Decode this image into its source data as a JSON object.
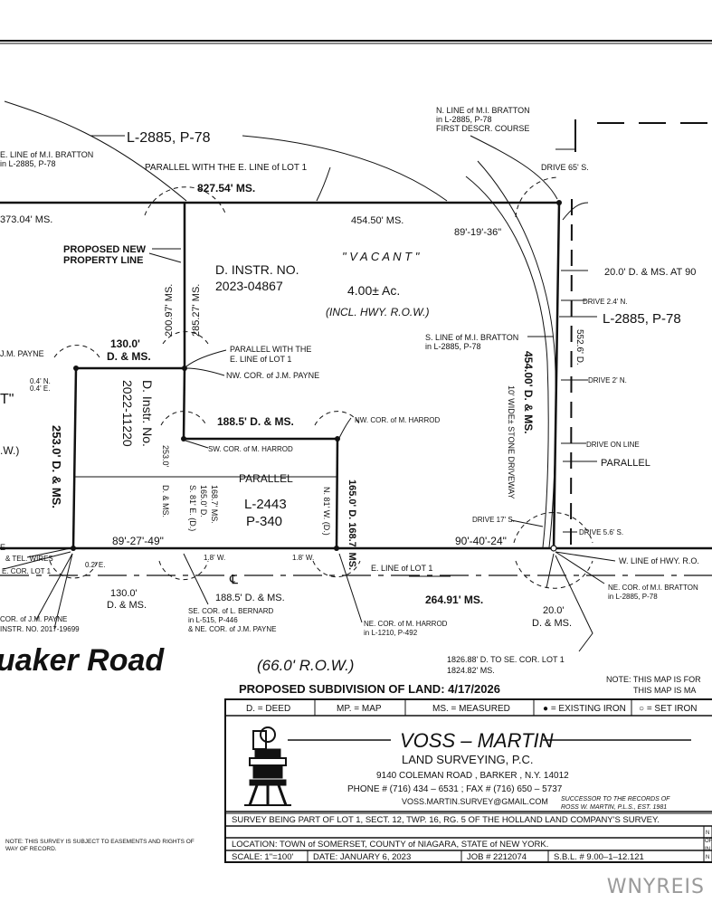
{
  "plat": {
    "top_road_ref": "L-2885, P-78",
    "e_line_bratton_1": "E. LINE of M.I. BRATTON",
    "e_line_bratton_2": "in L-2885, P-78",
    "n_line_bratton_1": "N. LINE of M.I. BRATTON",
    "n_line_bratton_2": "in L-2885, P-78",
    "n_line_bratton_3": "FIRST DESCR. COURSE",
    "drive_65": "DRIVE 65' S.",
    "parallel_e_line_lot1": "PARALLEL WITH THE E. LINE of LOT 1",
    "dist_82754": "827.54' MS.",
    "dist_37304": "373.04' MS.",
    "dist_4545": "454.50' MS.",
    "angle_8919": "89'-19'-36\"",
    "proposed_line_1": "PROPOSED NEW",
    "proposed_line_2": "PROPERTY LINE",
    "d_instr_1": "D. INSTR. NO.",
    "d_instr_2": "2023-04867",
    "vacant": "\" V A C A N T \"",
    "acreage": "4.00± Ac.",
    "incl_hwy": "(INCL. HWY. R.O.W.)",
    "dist_20097": "200.97' MS.",
    "dist_28527": "285.27' MS.",
    "right_20": "20.0' D. & MS. AT 90",
    "drive_24": "DRIVE 2.4' N.",
    "right_ref": "L-2885, P-78",
    "dist_5526": "552.6' D.",
    "s_line_bratton_1": "S. LINE of M.I. BRATTON",
    "s_line_bratton_2": "in L-2885, P-78",
    "jm_payne": "J.M. PAYNE",
    "dist_130a_1": "130.0'",
    "dist_130a_2": "D. & MS.",
    "parallel_with_1": "PARALLEL WITH THE",
    "parallel_with_2": "E. LINE of LOT 1",
    "nw_cor_payne": "NW. COR. of J.M. PAYNE",
    "drive_2n": "DRIVE 2' N.",
    "dist_454d": "454.00' D. & MS.",
    "stone_drive": "10' WIDE± STONE DRIVEWAY",
    "off_04n": "0.4' N.",
    "off_04e": "0.4' E.",
    "d_instr_b_1": "D. Instr. No.",
    "d_instr_b_2": "2022-11220",
    "dist_1885_top": "188.5' D. & MS.",
    "nw_cor_harrod": "NW. COR. of M. HARROD",
    "sw_cor_harrod": "SW. COR. of M. HARROD",
    "drive_on_line": "DRIVE ON LINE",
    "parallel_right": "PARALLEL",
    "dist_2530": "253.0' D. & MS.",
    "dist_2530_small": "253.0'",
    "parallel_mid": "PARALLEL",
    "d_ms_small": "D. & MS.",
    "s81e": "S. 81' E. (D.)",
    "dist_165_small": "165.0' D.",
    "dist_1687_small": "168.7' MS.",
    "l2443": "L-2443",
    "p340": "P-340",
    "n81w": "N. 81' W. (D.)",
    "dist_165_1687": "165.0' D. 168.7' MS.",
    "drive_17": "DRIVE 17' S.",
    "drive_56": "DRIVE 5.6' S.",
    "angle_8927": "89'-27'-49\"",
    "angle_9040": "90'-40'-24\"",
    "wires": "& TEL. WIRES",
    "e_cor_lot1": "E. COR. LOT 1",
    "off_02e": "0.2' E.",
    "off_18w_a": "1.8' W.",
    "off_18w_b": "1.8' W.",
    "e_line_lot1": "E. LINE of LOT 1",
    "w_line_hwy": "W. LINE of HWY. R.O.",
    "ne_cor_bratton_1": "NE. COR. of M.I. BRATTON",
    "ne_cor_bratton_2": "in L-2885, P-78",
    "cl": "℄",
    "dist_130b_1": "130.0'",
    "dist_130b_2": "D. & MS.",
    "dist_1885_bot": "188.5' D. & MS.",
    "dist_26491": "264.91' MS.",
    "dist_200_1": "20.0'",
    "dist_200_2": "D. & MS.",
    "payne_cor_1": "COR. of J.M. PAYNE",
    "payne_cor_2": "INSTR. NO. 2017-19699",
    "se_cor_bernard_1": "SE. COR. of L. BERNARD",
    "se_cor_bernard_2": "in L-515, P-446",
    "se_cor_bernard_3": "& NE. COR. of J.M. PAYNE",
    "ne_cor_harrod_1": "NE. COR. of M. HARROD",
    "ne_cor_harrod_2": "in L-1210, P-492",
    "dist_182688_1": "1826.88' D. TO SE. COR. LOT 1",
    "dist_182688_2": "1824.82' MS.",
    "road_name": "uaker Road",
    "road_row": "(66.0' R.O.W.)",
    "label_t": "T\"",
    "label_w": ".W.)",
    "label_e": "E"
  },
  "title_block": {
    "proposed_subdivision": "PROPOSED SUBDIVISION OF LAND: 4/17/2026",
    "note_map_1": "NOTE: THIS MAP IS FOR",
    "note_map_2": "THIS MAP IS MA",
    "legend_deed": "D. = DEED",
    "legend_map": "MP. = MAP",
    "legend_measured": "MS. = MEASURED",
    "legend_existing": "● = EXISTING IRON",
    "legend_set": "○ = SET IRON",
    "firm_name": "VOSS – MARTIN",
    "firm_sub": "LAND SURVEYING, P.C.",
    "address": "9140 COLEMAN ROAD , BARKER , N.Y. 14012",
    "phone": "PHONE # (716) 434 – 6531 ; FAX # (716) 650 – 5737",
    "email": "VOSS.MARTIN.SURVEY@GMAIL.COM",
    "successor_1": "SUCCESSOR TO THE RECORDS OF",
    "successor_2": "ROSS W. MARTIN, P.L.S., EST. 1981",
    "survey_desc": "SURVEY BEING PART OF LOT 1, SECT. 12, TWP. 16, RG. 5 OF THE HOLLAND LAND COMPANY'S SURVEY.",
    "location": "LOCATION: TOWN of SOMERSET, COUNTY of NIAGARA, STATE of NEW YORK.",
    "scale": "SCALE: 1\"=100'",
    "date": "DATE: JANUARY 6, 2023",
    "job": "JOB # 2212074",
    "sbl": "S.B.L. # 9.00–1–12.121",
    "easement_note_1": "NOTE: THIS SURVEY IS SUBJECT TO EASEMENTS AND RIGHTS OF",
    "easement_note_2": "WAY OF RECORD.",
    "right_edge_1": "N",
    "right_edge_2": "OF",
    "right_edge_3": "IN",
    "right_edge_4": "N"
  },
  "watermark": "WNYREIS"
}
